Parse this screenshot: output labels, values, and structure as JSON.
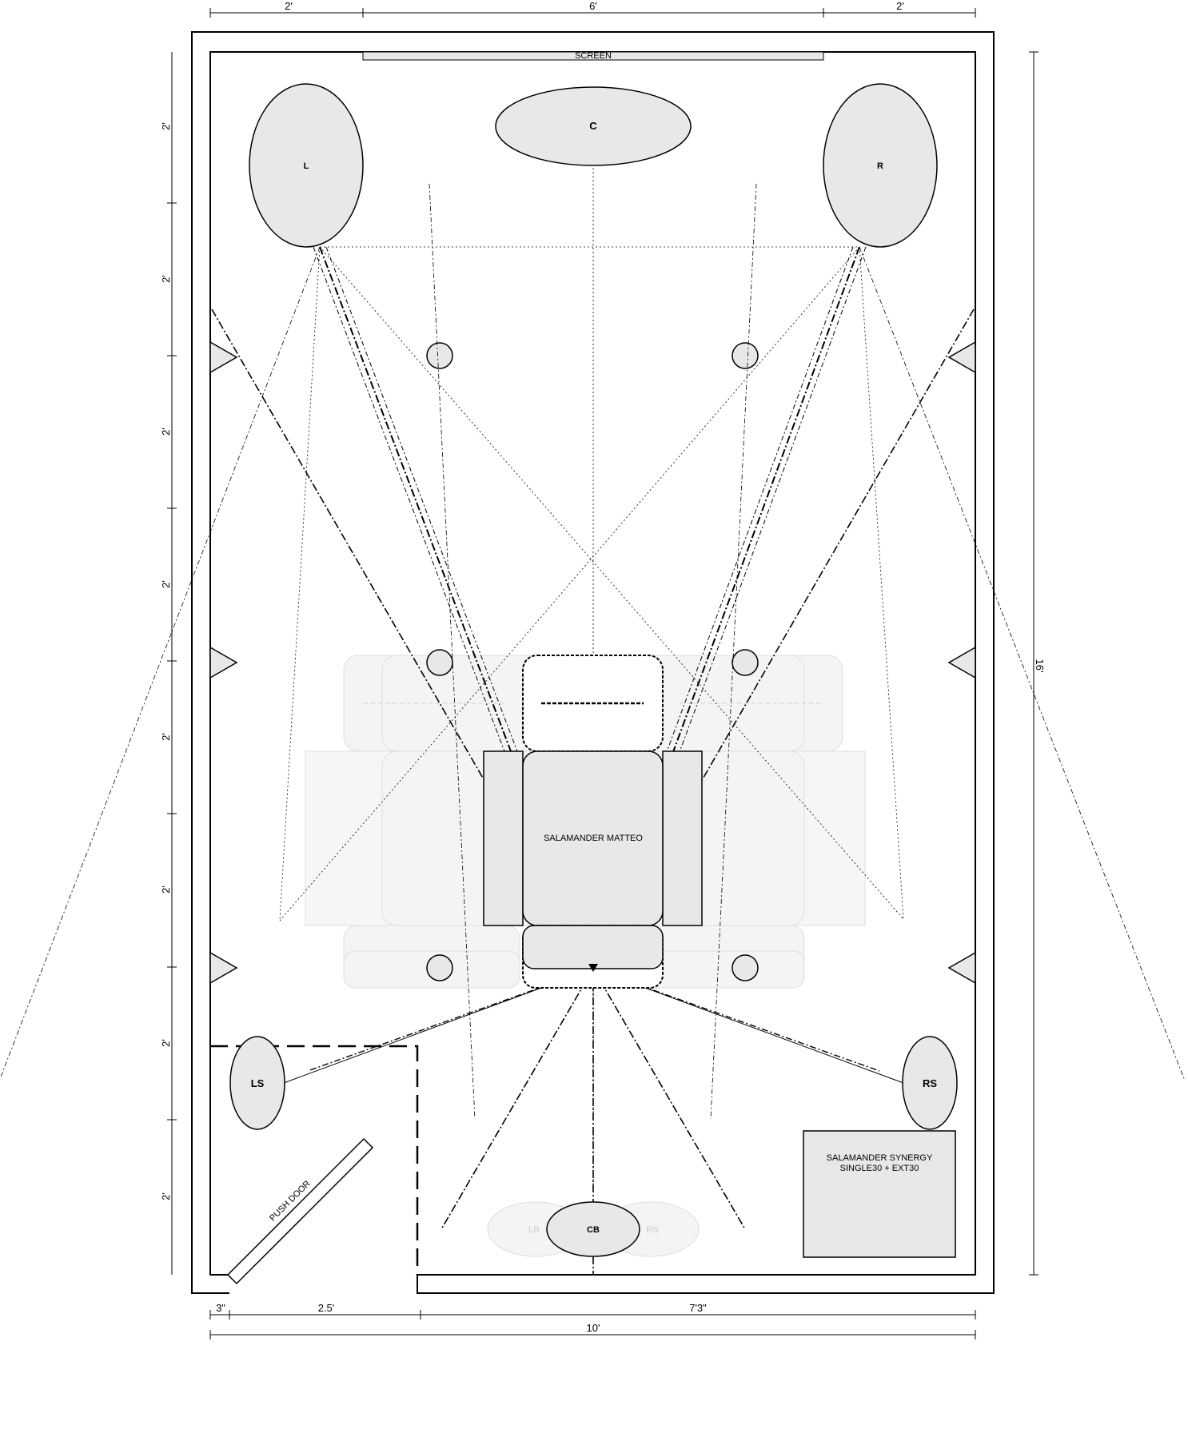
{
  "top_dims": {
    "left": "2'",
    "middle": "6'",
    "right": "2'"
  },
  "left_dims": [
    "2'",
    "2'",
    "2'",
    "2'",
    "2'",
    "2'",
    "2'",
    "2'"
  ],
  "right_dim": "16'",
  "bottom_dims": {
    "a": "3\"",
    "b": "2.5'",
    "c": "7'3\"",
    "total": "10'"
  },
  "screen_label": "SCREEN",
  "speakers": {
    "left": "L",
    "center": "C",
    "right": "R",
    "left_surround": "LS",
    "right_surround": "RS",
    "center_back": "CB",
    "ghost_left_back": "LB",
    "ghost_right_back": "RS"
  },
  "seat_label": "SALAMANDER MATTEO",
  "cabinet_label_1": "SALAMANDER SYNERGY",
  "cabinet_label_2": "SINGLE30 + EXT30",
  "door_label": "PUSH DOOR"
}
